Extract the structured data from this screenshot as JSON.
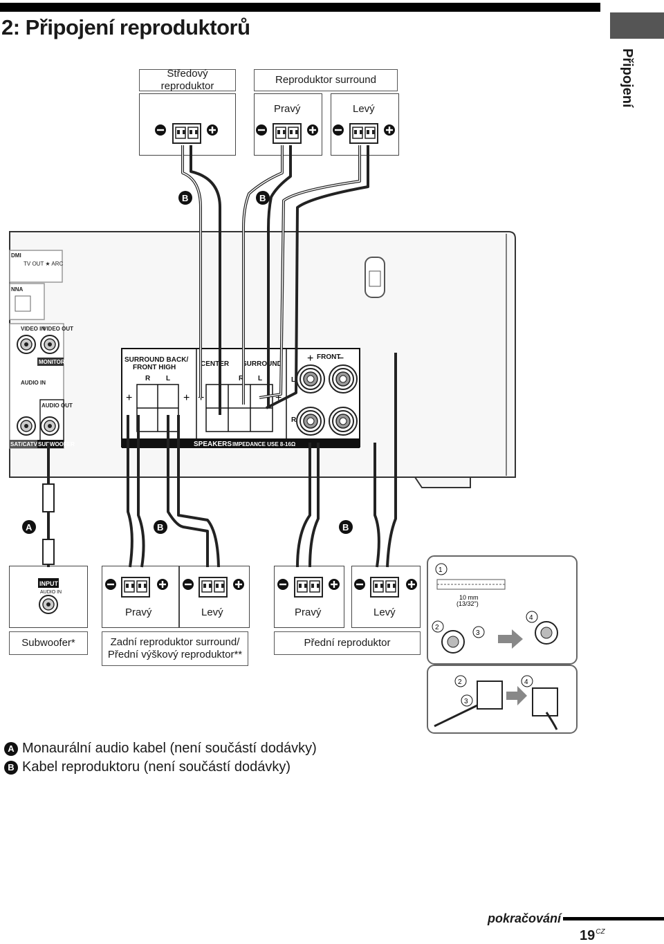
{
  "page": {
    "title": "2: Připojení reproduktorů",
    "side_label": "Připojení",
    "footer_continue": "pokračování",
    "page_number": "19",
    "page_suffix": "CZ"
  },
  "top_labels": {
    "center_speaker": "Středový reproduktor",
    "surround_speaker": "Reproduktor surround",
    "right": "Pravý",
    "left": "Levý"
  },
  "cable_badges": {
    "a": "A",
    "b": "B"
  },
  "receiver_panel": {
    "surround_back": "SURROUND BACK/",
    "front_high": "FRONT HIGH",
    "center": "CENTER",
    "surround": "SURROUND",
    "front": "FRONT",
    "r": "R",
    "l": "L",
    "speakers": "SPEAKERS",
    "impedance": "IMPEDANCE USE 8-16Ω",
    "monitor": "MONITOR",
    "audio_out": "AUDIO OUT",
    "subwoofer": "SUBWOOFER",
    "sat_catv": "SAT/CATV",
    "video_in": "VIDEO IN",
    "video_out": "VIDEO OUT",
    "audio_in": "AUDIO IN",
    "hdmi": "DMI",
    "antenna": "NNA",
    "tv_out_arc": "TV OUT ★ ARC"
  },
  "bottom_labels": {
    "subwoofer": "Subwoofer*",
    "subwoofer_input": "INPUT",
    "subwoofer_audio_in": "AUDIO IN",
    "right": "Pravý",
    "left": "Levý",
    "rear_surround": "Zadní reproduktor surround/",
    "front_high": "Přední výškový reproduktor**",
    "front_speaker": "Přední reproduktor"
  },
  "strip_detail": {
    "step1": "1",
    "step2": "2",
    "step3": "3",
    "step4": "4",
    "length": "10 mm",
    "length_in": "(13/32\")"
  },
  "legend": [
    {
      "badge": "A",
      "text": "Monaurální audio kabel (není součástí dodávky)"
    },
    {
      "badge": "B",
      "text": "Kabel reproduktoru (není součástí dodávky)"
    }
  ]
}
